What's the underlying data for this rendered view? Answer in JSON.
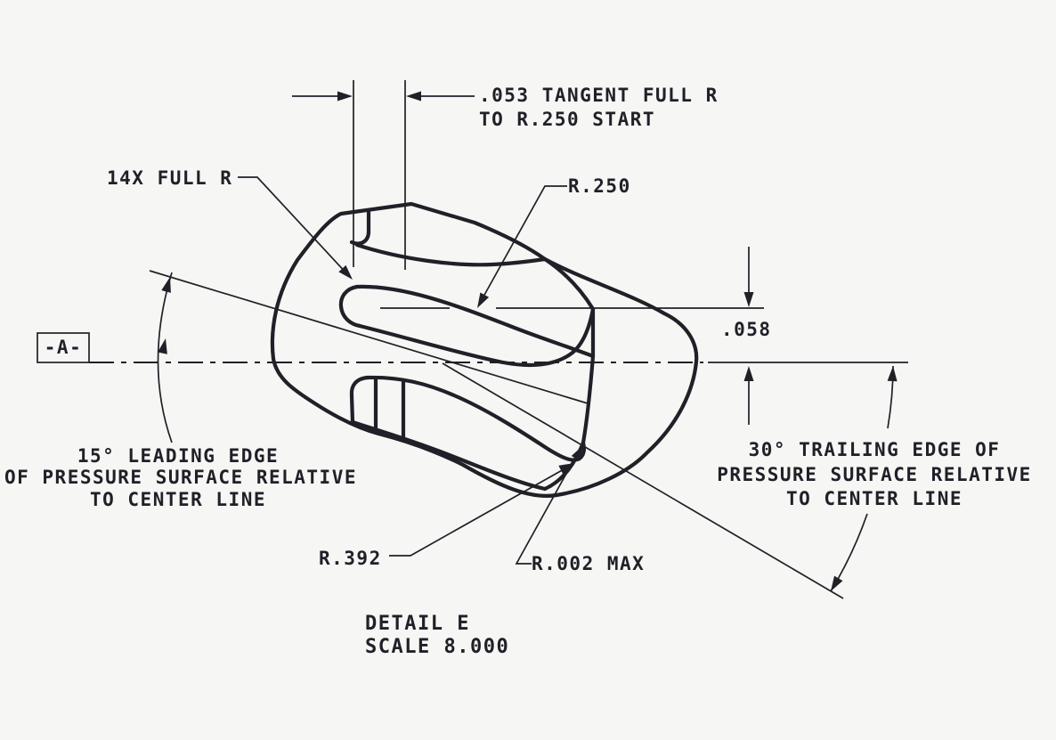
{
  "drawing": {
    "labels": {
      "tangent_full_r_line1": ".053 TANGENT FULL R",
      "tangent_full_r_line2": "TO R.250 START",
      "slots_full_r": "14X FULL R",
      "r250": "R.250",
      "offset_058": ".058",
      "datum": "-A-",
      "r392": "R.392",
      "r002_max": "R.002 MAX",
      "leading_edge_note": {
        "line1": "15° LEADING EDGE",
        "line2": "OF PRESSURE SURFACE RELATIVE",
        "line3": "TO CENTER LINE"
      },
      "trailing_edge_note": {
        "line1": "30° TRAILING EDGE OF",
        "line2": "PRESSURE SURFACE RELATIVE",
        "line3": "TO CENTER LINE"
      },
      "detail_title": "DETAIL  E",
      "detail_scale": "SCALE  8.000"
    },
    "colors": {
      "ink": "#202028",
      "paper": "#f6f6f4"
    }
  }
}
